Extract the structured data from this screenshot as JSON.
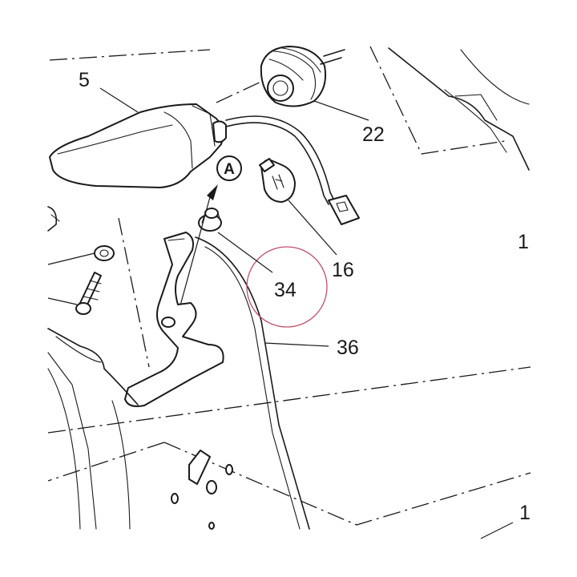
{
  "callouts": {
    "part_5": "5",
    "part_22": "22",
    "part_16": "16",
    "part_34": "34",
    "part_36": "36",
    "part_1_upper": "1",
    "part_1_lower": "1"
  },
  "view_marker": "A",
  "colors": {
    "line": "#1a1a1a",
    "highlight_circle": "#c0506a",
    "background": "#ffffff"
  }
}
